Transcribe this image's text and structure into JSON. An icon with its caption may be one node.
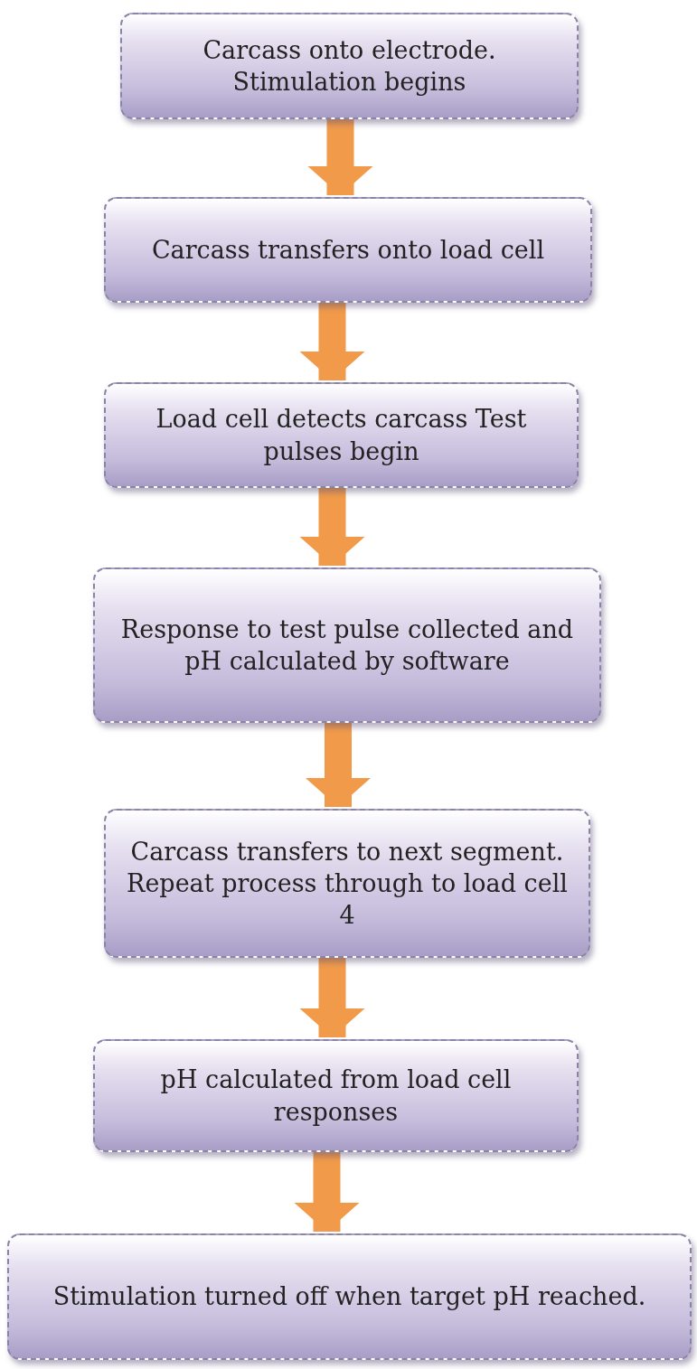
{
  "diagram": {
    "nodes": [
      {
        "text": [
          "Carcass onto electrode. Stimulation begins"
        ]
      },
      {
        "text": [
          "Carcass transfers onto load cell"
        ]
      },
      {
        "text": [
          "Load cell detects carcass Test pulses begin"
        ]
      },
      {
        "text": [
          "Response to test pulse collected and pH calculated by software"
        ]
      },
      {
        "text": [
          "Carcass transfers to next segment. Repeat process through to load cell 4"
        ]
      },
      {
        "text": [
          "pH calculated from load cell responses"
        ]
      },
      {
        "text": [
          "Stimulation turned off when target pH reached."
        ]
      }
    ],
    "edges": [
      {
        "from": 0,
        "to": 1,
        "arrow": "to"
      },
      {
        "from": 1,
        "to": 2,
        "arrow": "to"
      },
      {
        "from": 2,
        "to": 3,
        "arrow": "to"
      },
      {
        "from": 3,
        "to": 4,
        "arrow": "to"
      },
      {
        "from": 4,
        "to": 5,
        "arrow": "to"
      },
      {
        "from": 5,
        "to": 6,
        "arrow": "to"
      }
    ]
  }
}
